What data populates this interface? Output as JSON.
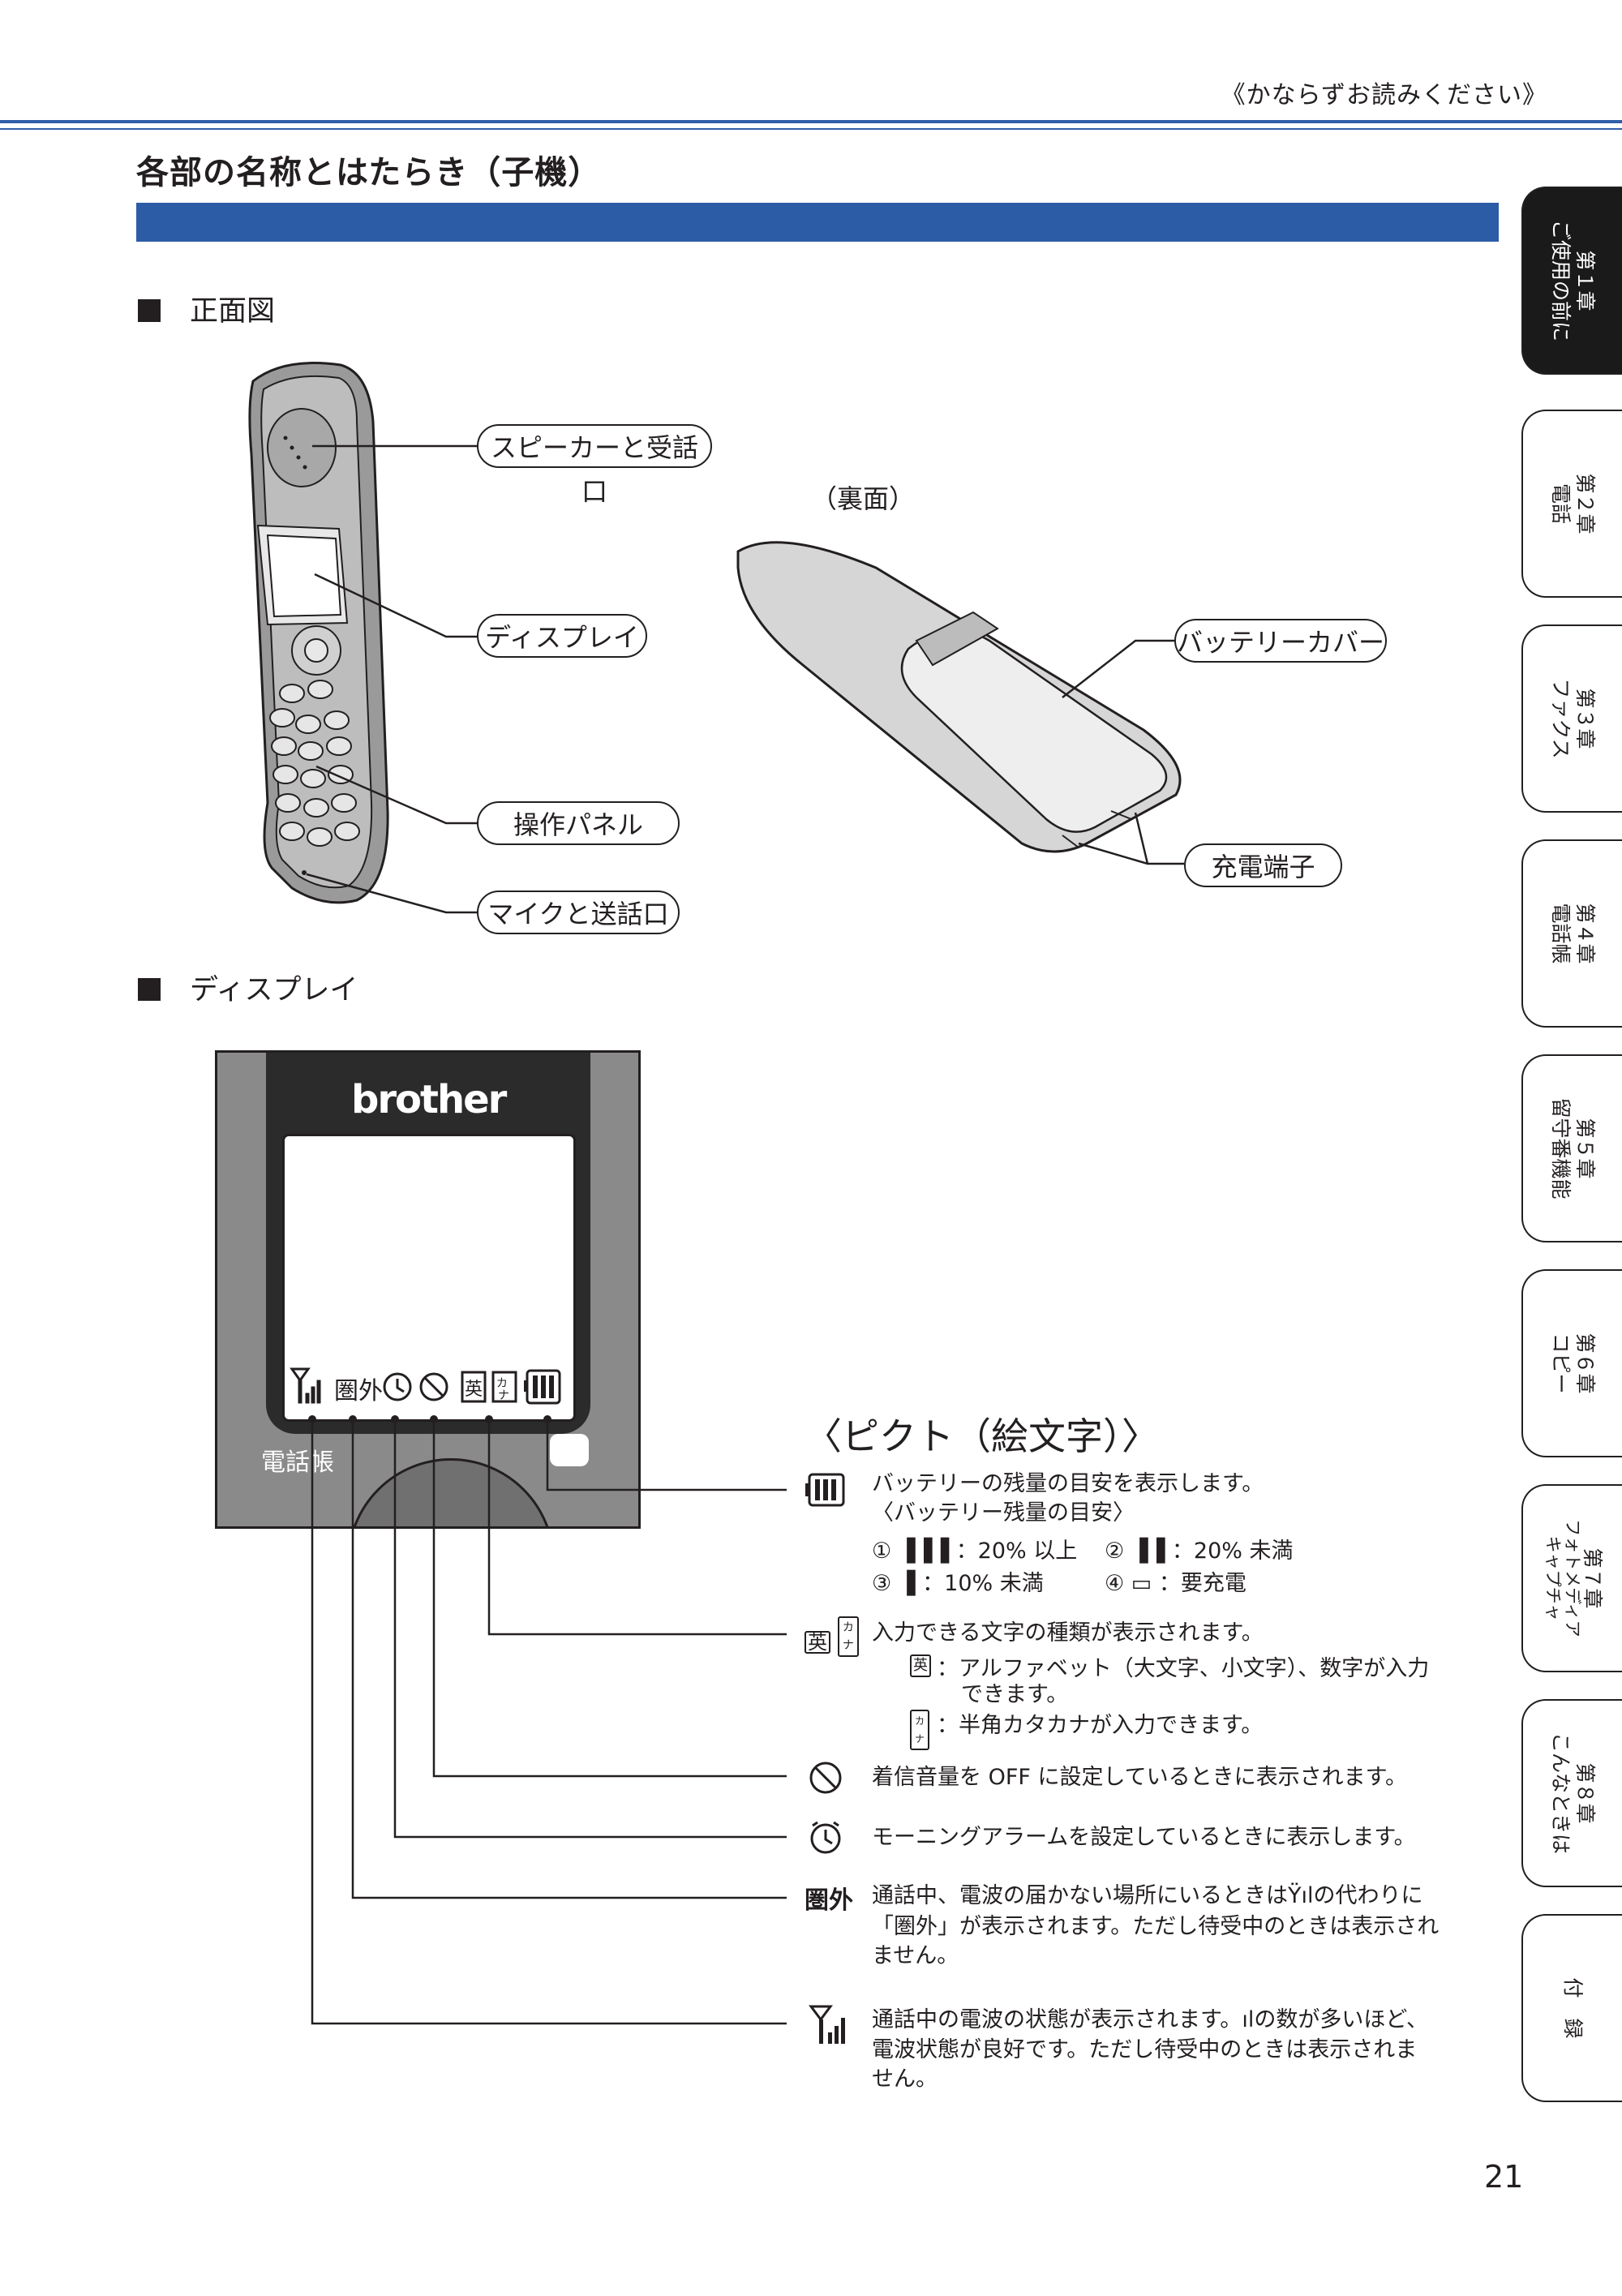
{
  "header": {
    "note": "《かならずお読みください》"
  },
  "title": "各部の名称とはたらき（子機）",
  "sections": {
    "front": "正面図",
    "display": "ディスプレイ"
  },
  "front_view": {
    "callouts": [
      "スピーカーと受話口",
      "ディスプレイ",
      "操作パネル",
      "マイクと送話口"
    ],
    "back_caption": "（裏面）",
    "back_callouts": [
      "バッテリーカバー",
      "充電端子"
    ]
  },
  "display_panel": {
    "brand": "brother",
    "phonebook_label": "電話帳"
  },
  "picto": {
    "title": "〈ピクト（絵文字）〉",
    "items": [
      {
        "icon": "battery-icon",
        "text": "バッテリーの残量の目安を表示します。",
        "subtitle": "〈バッテリー残量の目安〉",
        "levels": [
          {
            "num": "①",
            "text": "：20% 以上"
          },
          {
            "num": "②",
            "text": "：20% 未満"
          },
          {
            "num": "③",
            "text": "：10% 未満"
          },
          {
            "num": "④",
            "text": "：要充電"
          }
        ]
      },
      {
        "icon": "input-mode-icon",
        "icon_text_a": "英",
        "icon_text_b": "カナ",
        "text": "入力できる文字の種類が表示されます。",
        "sub": [
          {
            "icon_text": "英",
            "text": "：アルファベット（大文字、小文字）、数字が入力",
            "text2": "できます。"
          },
          {
            "icon_text": "カナ",
            "text": "：半角カタカナが入力できます。"
          }
        ]
      },
      {
        "icon": "ringer-off-icon",
        "text": "着信音量を OFF に設定しているときに表示されます。"
      },
      {
        "icon": "alarm-clock-icon",
        "text": "モーニングアラームを設定しているときに表示します。"
      },
      {
        "icon": "out-of-range-icon",
        "icon_text": "圏外",
        "text": "通話中、電波の届かない場所にいるときは",
        "text_b": "の代わりに",
        "text2": "「圏外」が表示されます。ただし待受中のときは表示され",
        "text3": "ません。"
      },
      {
        "icon": "signal-icon",
        "text": "通話中の電波の状態が表示されます。",
        "text_b": "の数が多いほど、",
        "text2": "電波状態が良好です。ただし待受中のときは表示されま",
        "text3": "せん。"
      }
    ]
  },
  "sidebar": {
    "tabs": [
      {
        "chapter": "第１章",
        "title": "ご使用の前に",
        "active": true
      },
      {
        "chapter": "第２章",
        "title": "電話"
      },
      {
        "chapter": "第３章",
        "title": "ファクス"
      },
      {
        "chapter": "第４章",
        "title": "電話帳"
      },
      {
        "chapter": "第５章",
        "title": "留守番機能"
      },
      {
        "chapter": "第６章",
        "title": "コピー"
      },
      {
        "chapter": "第７章",
        "title": "フォトメディア",
        "title2": "キャプチャ"
      },
      {
        "chapter": "第８章",
        "title": "こんなときは"
      },
      {
        "chapter": "付　録",
        "title": ""
      }
    ]
  },
  "page_number": "21",
  "colors": {
    "accent_blue": "#2d5ca6",
    "active_tab": "#1a1a1a"
  }
}
